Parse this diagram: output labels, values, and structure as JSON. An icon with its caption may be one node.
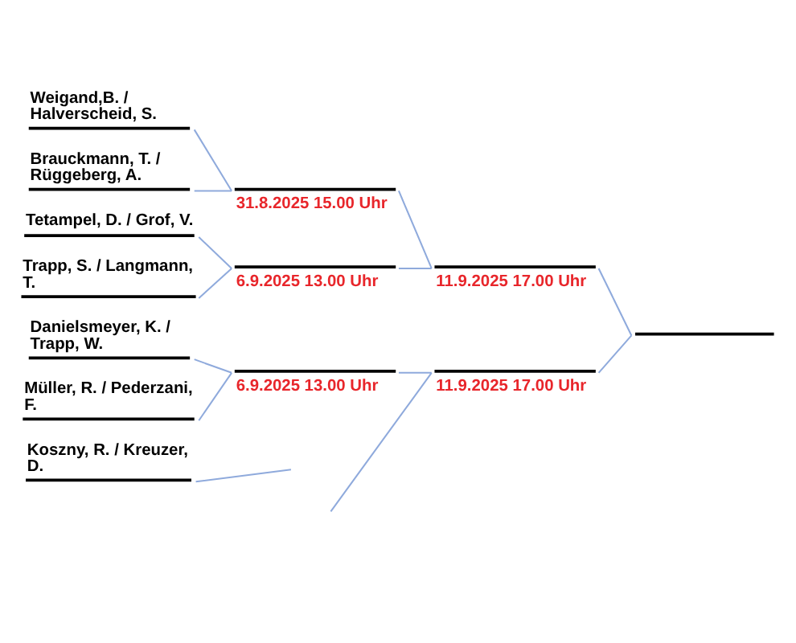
{
  "diagram": {
    "nodes": [
      {
        "text": [
          "Weigand,B. / Halverscheid, S."
        ]
      },
      {
        "text": [
          "Brauckmann, T. / Rüggeberg, A."
        ]
      },
      {
        "text": [
          "31.8.2025 15.00 Uhr"
        ]
      },
      {
        "text": [
          "11.9.2025 17.00 Uhr"
        ]
      },
      {
        "text": [
          "Tetampel, D. / Grof, V."
        ]
      },
      {
        "text": [
          "Trapp, S. / Langmann, T."
        ]
      },
      {
        "text": [
          "6.9.2025 13.00 Uhr"
        ]
      },
      {
        "text": [],
        "shape": "bar"
      },
      {
        "text": [
          "Danielsmeyer, K. / Trapp, W."
        ]
      },
      {
        "text": [
          "Müller, R. / Pederzani, F."
        ]
      },
      {
        "text": [
          "6.9.2025 13.00 Uhr"
        ]
      },
      {
        "text": [
          "11.9.2025 17.00 Uhr"
        ]
      },
      {
        "text": [
          "Koszny, R. / Kreuzer, D."
        ]
      }
    ],
    "edges": [
      {
        "from": 0,
        "to": 2,
        "arrow": "none"
      },
      {
        "from": 1,
        "to": 2,
        "arrow": "none"
      },
      {
        "from": 4,
        "to": 6,
        "arrow": "none"
      },
      {
        "from": 5,
        "to": 6,
        "arrow": "none"
      },
      {
        "from": 2,
        "to": 3,
        "arrow": "none"
      },
      {
        "from": 6,
        "to": 3,
        "arrow": "none"
      },
      {
        "from": 8,
        "to": 10,
        "arrow": "none"
      },
      {
        "from": 9,
        "to": 10,
        "arrow": "none"
      },
      {
        "from": 10,
        "to": 11,
        "arrow": "none"
      },
      {
        "from": 12,
        "to": null,
        "arrow": "none"
      },
      {
        "from": null,
        "to": 11,
        "arrow": "none"
      },
      {
        "from": 3,
        "to": 7,
        "arrow": "none"
      },
      {
        "from": 11,
        "to": 7,
        "arrow": "none"
      }
    ]
  }
}
